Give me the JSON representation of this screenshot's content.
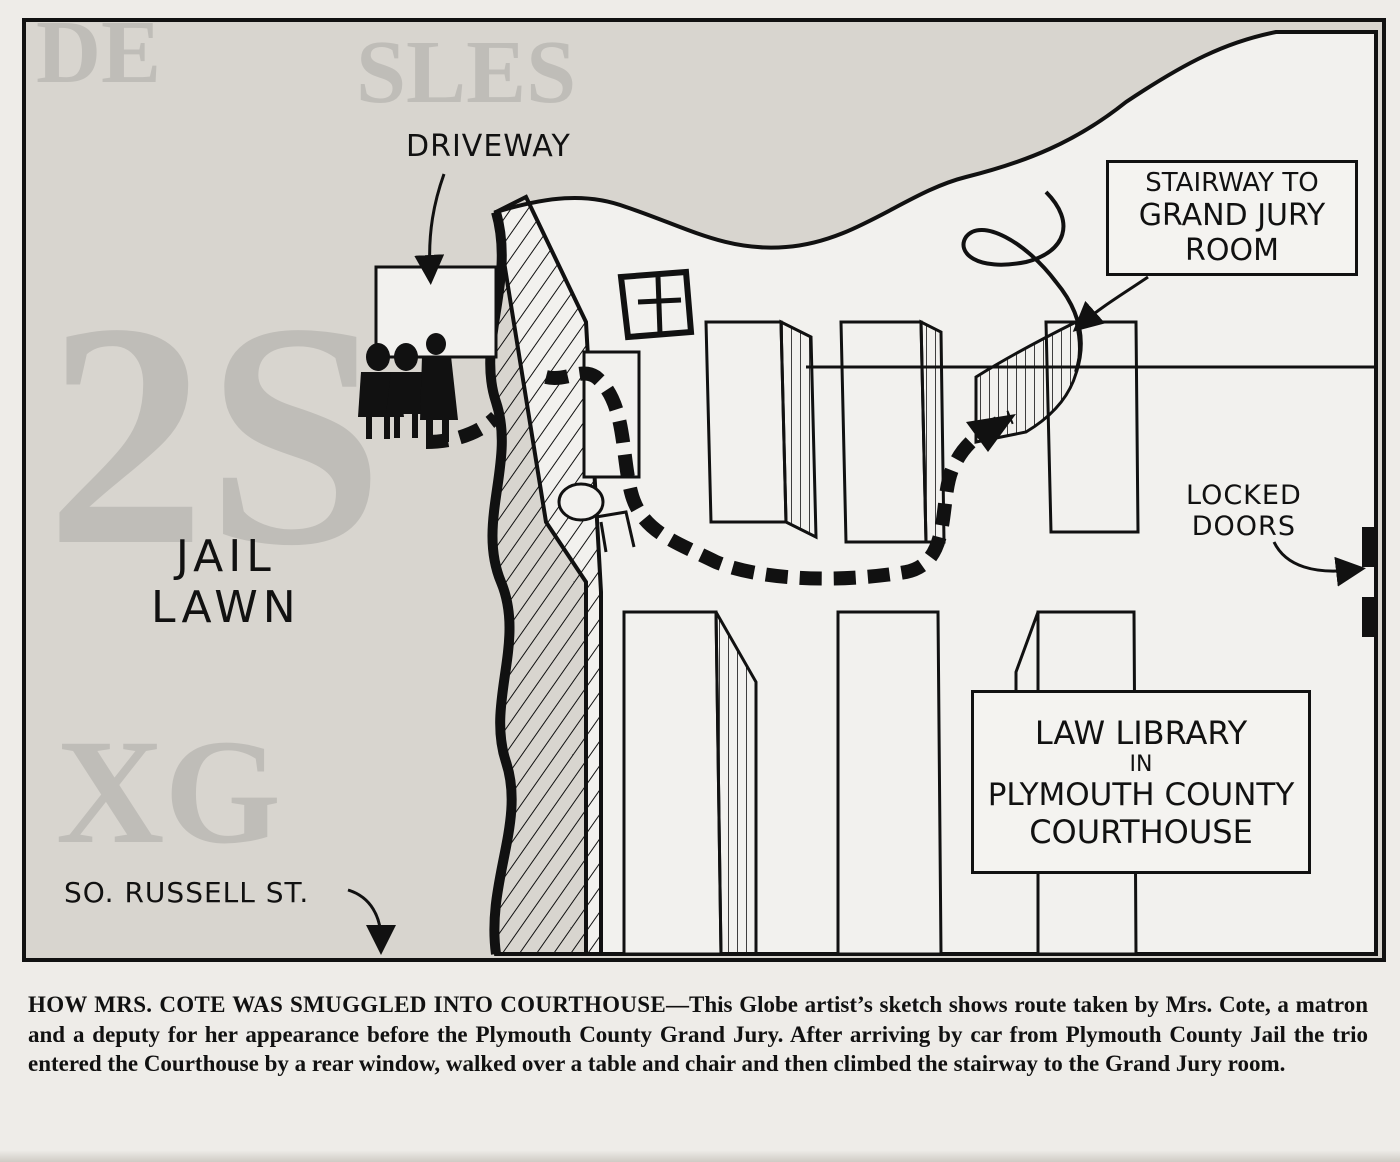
{
  "labels": {
    "driveway": "DRIVEWAY",
    "jail_lawn_line1": "JAIL",
    "jail_lawn_line2": "LAWN",
    "street": "SO. RUSSELL ST.",
    "stairway_line1": "STAIRWAY TO",
    "stairway_line2": "GRAND JURY",
    "stairway_line3": "ROOM",
    "locked_line1": "LOCKED",
    "locked_line2": "DOORS",
    "library_line1": "LAW LIBRARY",
    "library_line2": "IN",
    "library_line3": "PLYMOUTH COUNTY",
    "library_line4": "COURTHOUSE"
  },
  "caption": {
    "headline": "HOW MRS. COTE WAS SMUGGLED INTO  COURTHOUSE",
    "body": "—This Globe artist’s sketch shows route taken by Mrs. Cote, a matron  and  a deputy for her appearance before the Plymouth County Grand Jury.  After arriving  by car from Plymouth County Jail the trio entered the Courthouse by a rear window, walked over a table and chair and then climbed the stairway to the Grand Jury room."
  },
  "colors": {
    "ink": "#111111",
    "paper": "#eeece8",
    "sketch_bg": "#d8d5cf"
  }
}
